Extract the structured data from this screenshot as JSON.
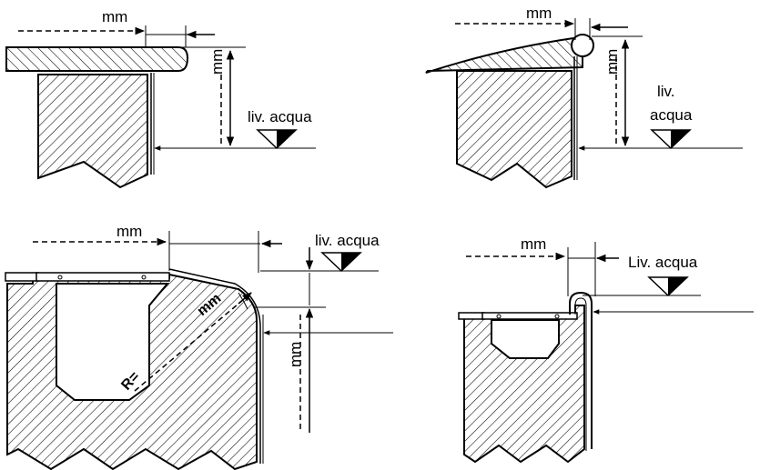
{
  "colors": {
    "line": "#000000",
    "background": "#ffffff"
  },
  "panels": {
    "top_left": {
      "dim_horizontal": "mm",
      "dim_vertical": "mm",
      "water_level": "liv. acqua"
    },
    "top_right": {
      "dim_horizontal": "mm",
      "dim_vertical": "mm",
      "water_level_line1": "liv.",
      "water_level_line2": "acqua"
    },
    "bottom_left": {
      "dim_horizontal": "mm",
      "dim_vertical": "mm",
      "water_level": "liv. acqua",
      "radius_prefix": "R=",
      "radius_unit": "mm"
    },
    "bottom_right": {
      "dim_horizontal": "mm",
      "water_level": "Liv. acqua"
    }
  }
}
